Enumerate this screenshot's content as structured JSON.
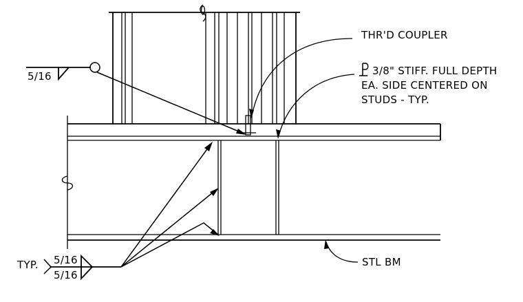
{
  "annotations": {
    "coupler": "THR'D COUPLER",
    "stiffener_line1": "3/8\" STIFF. FULL DEPTH",
    "stiffener_line2": "EA. SIDE CENTERED ON",
    "stiffener_line3": "STUDS - TYP.",
    "beam": "STL BM"
  },
  "welds": {
    "top_size": "5/16",
    "bottom_prefix": "TYP.",
    "bottom_size_upper": "5/16",
    "bottom_size_lower": "5/16"
  },
  "symbols": {
    "plate_symbol": "plate-symbol-icon",
    "weld_all_around": "weld-all-around-icon",
    "fillet_weld": "fillet-weld-icon",
    "break_mark": "break-line-icon"
  }
}
